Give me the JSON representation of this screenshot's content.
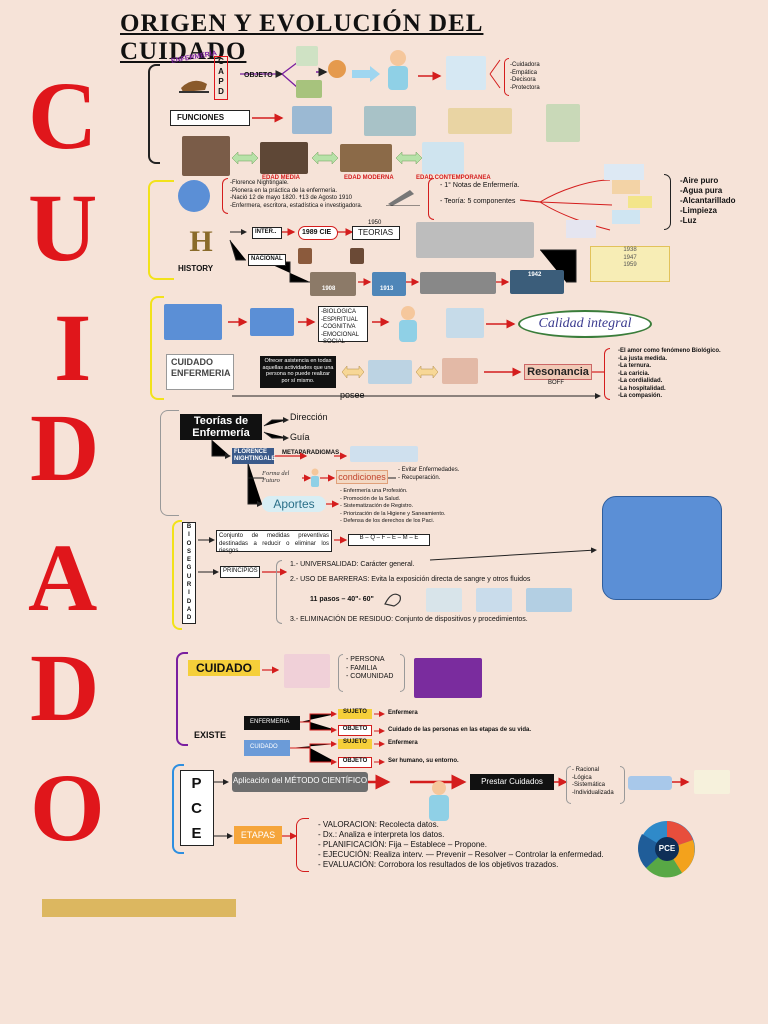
{
  "title": "ORIGEN Y EVOLUCIÓN DEL CUIDADO",
  "vertical_word": [
    "C",
    "U",
    "I",
    "D",
    "A",
    "D",
    "O"
  ],
  "section1": {
    "logo_text": "ENFERMERÍA",
    "capd": [
      "C",
      "A",
      "P",
      "D"
    ],
    "objeto_label": "OBJETO",
    "objeto_list": [
      "-Cuidadora",
      "-Empática",
      "-Decisora",
      "-Protectora"
    ],
    "funciones_label": "FUNCIONES",
    "eras": [
      "EDAD MEDIA",
      "EDAD MODERNA",
      "EDAD CONTEMPORANEA"
    ]
  },
  "section2": {
    "nightingale_lines": [
      "-Florence Nightingale.",
      "-Pionera en la práctica de la enfermería.",
      "-Nació 12 de mayo 1820.  ☨13 de Agosto 1910",
      "-Enfermera, escritora, estadística e investigadora."
    ],
    "notes_1": "- 1° Notas de Enfermería.",
    "notes_2": "- Teoría: 5 componentes",
    "components": [
      "-Aire puro",
      "-Agua pura",
      "-Alcantarillado",
      "-Limpieza",
      "-Luz"
    ],
    "history_label": "HISTORY",
    "inter_label": "INTER..",
    "year_1989": "1989 CIE",
    "year_1950": "1950",
    "teorias_label": "TEORIAS",
    "nacional_label": "NACIONAL",
    "years_nacional": [
      "1908",
      "1913",
      "1942"
    ],
    "dates_small": [
      "1938",
      "1947",
      "1959"
    ]
  },
  "section3": {
    "dimensions": [
      "-BIOLOGICA",
      "-ESPIRITUAL",
      "-COGNITIVA",
      "-EMOCIONAL",
      "-SOCIAL"
    ],
    "calidad": "Calidad integral",
    "cuidado_logo_1": "CUIDADO",
    "cuidado_logo_2": "ENFERMERIA",
    "ofrecer_text": "Ofrecer asistencia en todas aquellas actividades que una persona no puede realizar por sí mismo.",
    "posee": "posee",
    "resonancia": "Resonancia",
    "resonancia_sub": "BOFF",
    "resonancia_list": [
      "-El amor como fenómeno Biológico.",
      "-La justa medida.",
      "-La ternura.",
      "-La caricia.",
      "-La cordialidad.",
      "-La hospitalidad.",
      "-La compasión."
    ]
  },
  "section4": {
    "teorias_title_1": "Teorías de",
    "teorias_title_2": "Enfermería",
    "direccion": "Dirección",
    "guia": "Guía",
    "florence_logo_1": "FLORENCE",
    "florence_logo_2": "NIGHTINGALE",
    "metaparadigmas": "METAPARADIGMAS",
    "futuro_1": "Forma del",
    "futuro_2": "Futuro",
    "condiciones": "condiciones",
    "condiciones_list": [
      "- Evitar Enfermedades.",
      "- Recuperación."
    ],
    "aportes": "Aportes",
    "aportes_list": [
      "- Enfermería una Profesión.",
      "- Promoción de la Salud.",
      "- Sistematización de Registro.",
      "- Priorización de la Higiene y Saneamiento.",
      "- Defensa de los derechos de los Paci."
    ]
  },
  "section5": {
    "bioseguridad": [
      "B",
      "I",
      "O",
      "S",
      "E",
      "G",
      "U",
      "R",
      "I",
      "D",
      "A",
      "D"
    ],
    "conjunto_text": "Conjunto de medidas preventivas destinadas a reducir o eliminar los riesgos.",
    "code": "B – Q – F – E – M – E",
    "principios": "PRINCIPIOS",
    "p1": "1.- UNIVERSALIDAD: Carácter general.",
    "p2": "2.- USO DE BARRERAS:  Evita la exposición directa de sangre y otros fluidos",
    "pasos": "11 pasos – 40\"- 60\"",
    "p3": "3.- ELIMINACIÓN DE RESIDUO: Conjunto de dispositivos y procedimientos."
  },
  "section6": {
    "cuidado": "CUIDADO",
    "persona_list": [
      "- PERSONA",
      "- FAMILIA",
      "- COMUNIDAD"
    ],
    "existe": "EXISTE",
    "enfermeria": "ENFERMERIA",
    "cuidado_box": "CUIDADO",
    "sujeto": "SUJETO",
    "objeto": "OBJETO",
    "enfermera": "Enfermera",
    "cuidado_personas": "Cuidado de las personas en las etapas de su vida.",
    "ser_humano": "Ser humano, su entorno."
  },
  "section7": {
    "pce": [
      "P",
      "C",
      "E"
    ],
    "metodo": "Aplicación del MÉTODO CIENTÍFICO",
    "prestar": "Prestar Cuidados",
    "racional_list": [
      "- Racional",
      "-Lógica",
      "-Sistemática",
      "-Individualizada"
    ],
    "etapas": "ETAPAS",
    "etapas_list": [
      "- VALORACION: Recolecta datos.",
      "- Dx.: Analiza e interpreta los datos.",
      "- PLANIFICACIÓN: Fija – Establece – Propone.",
      "- EJECUCIÓN: Realiza interv. — Prevenir – Resolver – Controlar la enfermedad.",
      "- EVALUACIÓN: Corrobora los resultados de los objetivos trazados."
    ],
    "pce_circle": "PCE"
  },
  "colors": {
    "background": "#f6e3d8",
    "big_letters": "#e0161b",
    "brace_yellow": "#f2e21a",
    "brace_purple": "#7a1fa0",
    "brace_blue": "#2e8fe0",
    "line_red": "#d41d1d",
    "box_blue": "#5b8fd6"
  }
}
